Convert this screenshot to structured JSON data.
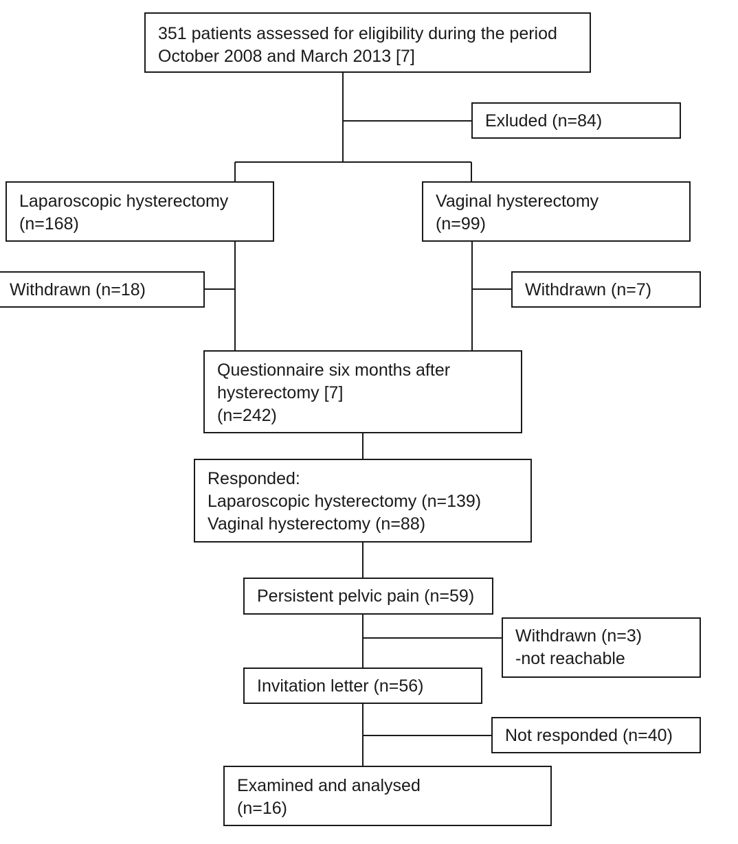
{
  "flowchart": {
    "assessed": [
      "351 patients assessed for eligibility during the period",
      "October 2008 and March 2013  [7]"
    ],
    "excluded": [
      "Exluded  (n=84)"
    ],
    "laparoscopic": [
      "Laparoscopic hysterectomy",
      "(n=168)"
    ],
    "vaginal": [
      "Vaginal hysterectomy",
      "(n=99)"
    ],
    "withdrawn_lap": [
      "Withdrawn (n=18)"
    ],
    "withdrawn_vag": [
      "Withdrawn (n=7)"
    ],
    "questionnaire": [
      "Questionnaire six months after",
      "hysterectomy [7]",
      "(n=242)"
    ],
    "responded": [
      "Responded:",
      "Laparoscopic hysterectomy (n=139)",
      "Vaginal hysterectomy (n=88)"
    ],
    "persistent": [
      "Persistent pelvic pain (n=59)"
    ],
    "withdrawn_pain": [
      "Withdrawn (n=3)",
      "-not reachable"
    ],
    "invitation": [
      "Invitation letter (n=56)"
    ],
    "not_responded": [
      "Not responded (n=40)"
    ],
    "examined": [
      "Examined and analysed",
      "(n=16)"
    ]
  }
}
